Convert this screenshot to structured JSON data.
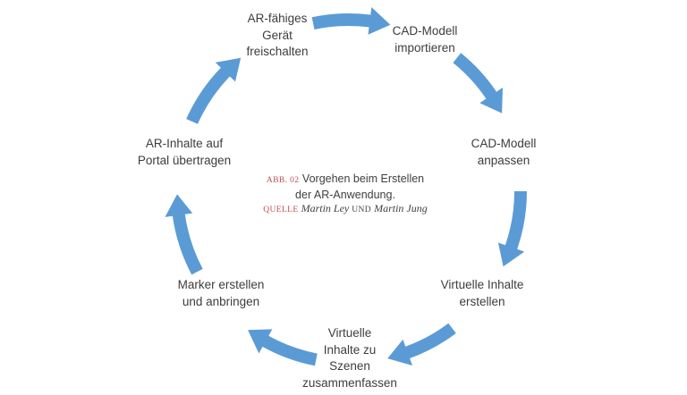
{
  "diagram": {
    "type": "cycle",
    "arrow_color": "#5b9bd5",
    "text_color": "#3d3d3d",
    "steps": [
      {
        "id": "ar-geraet-freischalten",
        "label": "AR-fähiges\nGerät\nfreischalten"
      },
      {
        "id": "cad-modell-importieren",
        "label": "CAD-Modell\nimportieren"
      },
      {
        "id": "cad-modell-anpassen",
        "label": "CAD-Modell\nanpassen"
      },
      {
        "id": "virtuelle-inhalte-erstellen",
        "label": "Virtuelle Inhalte\nerstellen"
      },
      {
        "id": "szenen-zusammenfassen",
        "label": "Virtuelle\nInhalte zu\nSzenen\nzusammenfassen"
      },
      {
        "id": "marker-erstellen-anbringen",
        "label": "Marker erstellen\nund anbringen"
      },
      {
        "id": "ar-inhalte-portal",
        "label": "AR-Inhalte auf\nPortal übertragen"
      }
    ]
  },
  "caption": {
    "figure_label": "ABB. 02",
    "title_line1": "Vorgehen beim Erstellen",
    "title_line2": "der AR-Anwendung.",
    "source_label": "QUELLE",
    "source_author1": "Martin Ley",
    "source_conjunction": "UND",
    "source_author2": "Martin Jung",
    "accent_color": "#bf4e55"
  }
}
